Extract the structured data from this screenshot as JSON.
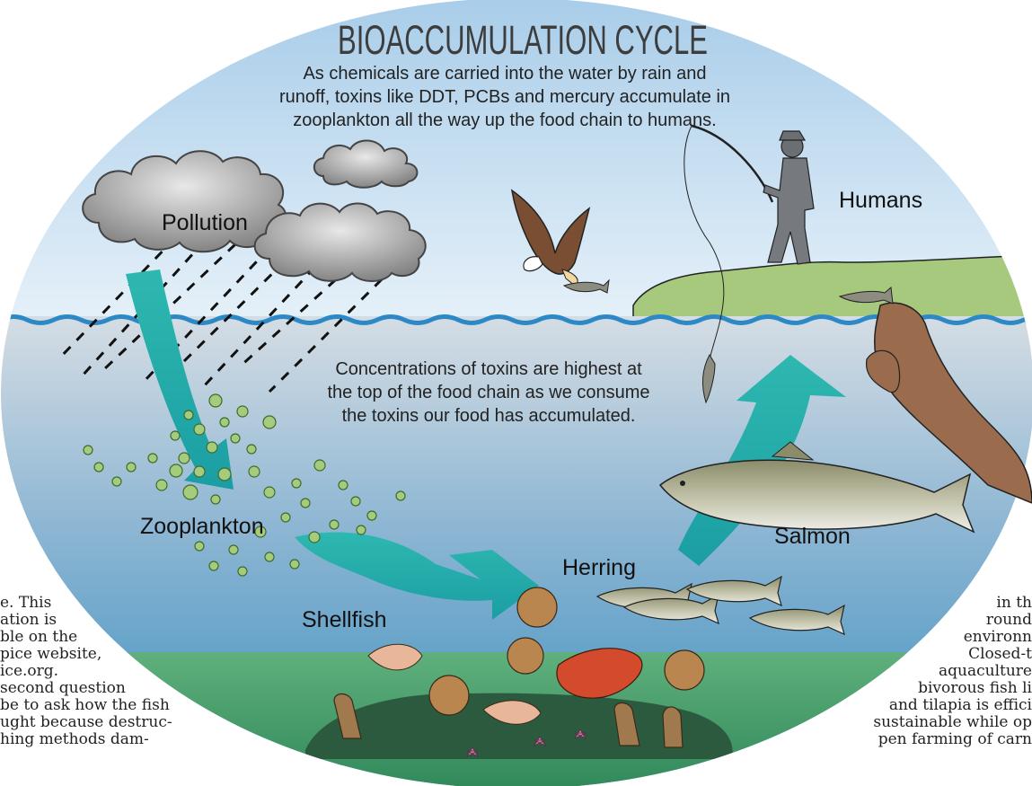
{
  "title": "BIOACCUMULATION CYCLE",
  "subtitle": [
    "As chemicals are carried into the water by rain and",
    "runoff, toxins like DDT, PCBs and mercury accumulate in",
    "zooplankton all the way up the food chain to humans."
  ],
  "note": [
    "Concentrations of toxins are highest at",
    "the top of the food chain as we consume",
    "the toxins our food has accumulated."
  ],
  "labels": {
    "pollution": "Pollution",
    "zooplankton": "Zooplankton",
    "shellfish": "Shellfish",
    "herring": "Herring",
    "salmon": "Salmon",
    "humans": "Humans"
  },
  "left_text": [
    "e. This",
    "ation is",
    "ble on the",
    "pice website,",
    "ice.org.",
    "second question",
    "be to ask how the fish",
    "ught because destruc-",
    "hing methods dam-"
  ],
  "right_text": [
    "in th",
    "round",
    "environn",
    "Closed-t",
    "aquaculture",
    "bivorous fish li",
    "and tilapia is effici",
    "sustainable while op",
    "pen farming of carn"
  ],
  "colors": {
    "sky": "#b9d7ee",
    "water_top": "#c8d6e2",
    "water_bottom": "#3e8fbf",
    "arrow": "#28b7b2",
    "seabed": "#3f9b69",
    "land": "#a6c97e"
  }
}
